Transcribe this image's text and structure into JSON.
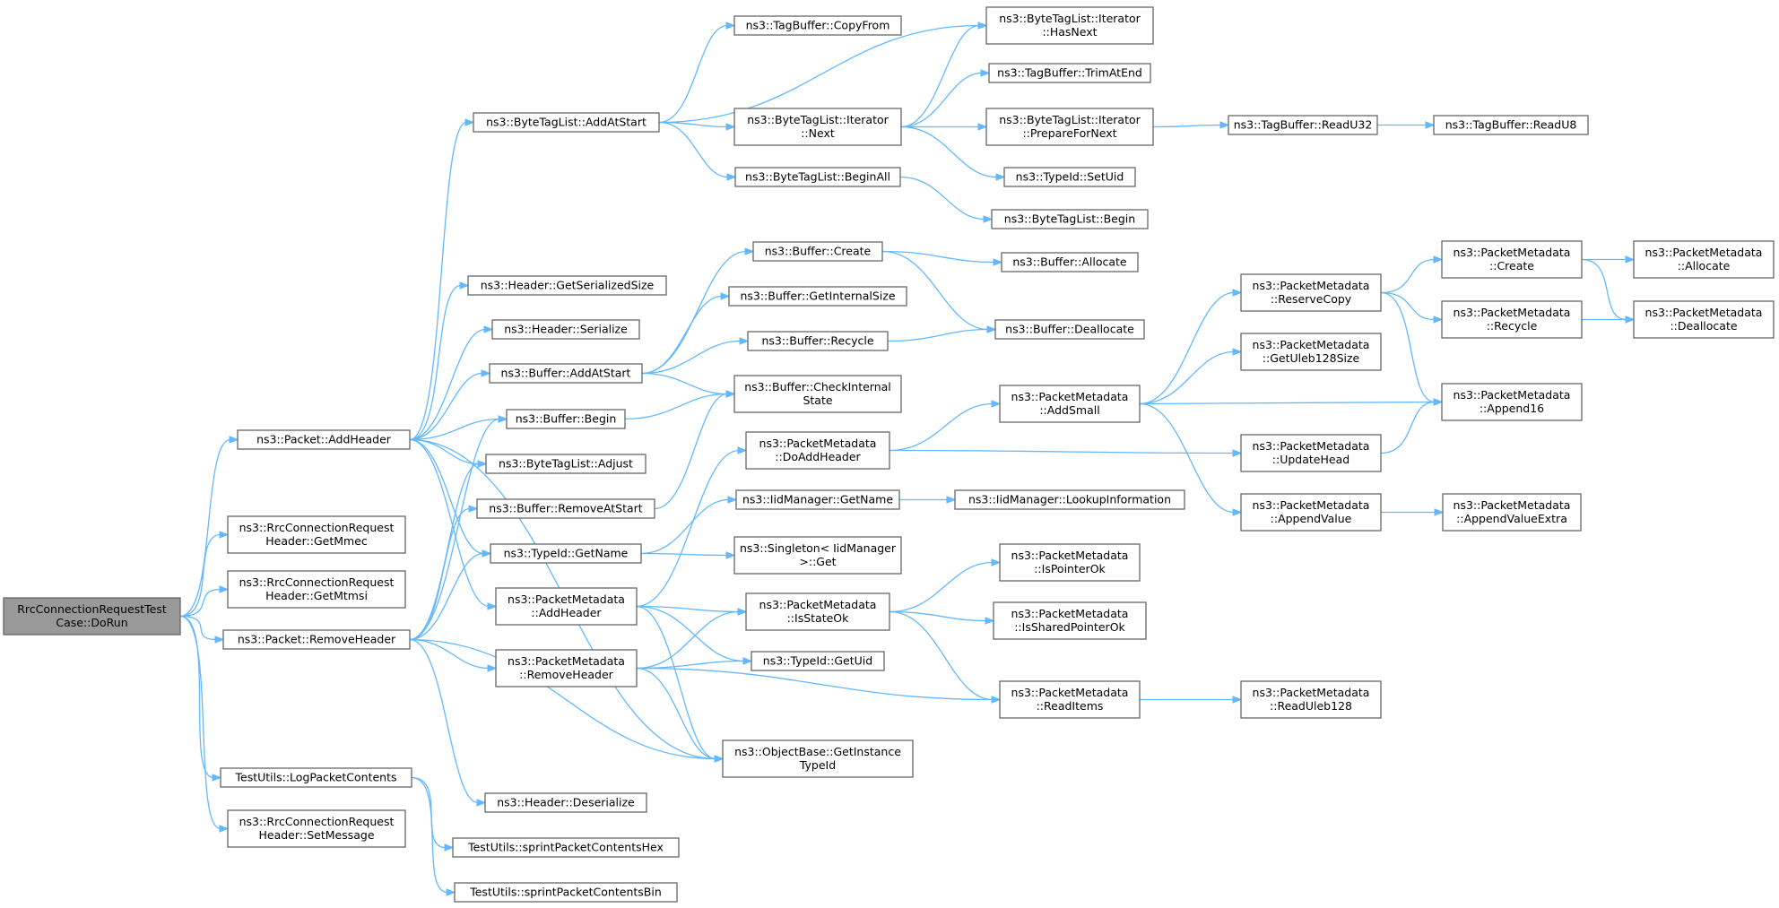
{
  "graph": {
    "edge_color": "#63b8ff",
    "root_fill": "#999999",
    "node_fill": "#ffffff",
    "node_border": "#666666",
    "nodes": {
      "n0": {
        "label": [
          "RrcConnectionRequestTest",
          "Case::DoRun"
        ],
        "root": true
      },
      "n1": {
        "label": [
          "ns3::Packet::AddHeader"
        ]
      },
      "n2": {
        "label": [
          "ns3::RrcConnectionRequest",
          "Header::GetMmec"
        ]
      },
      "n3": {
        "label": [
          "ns3::RrcConnectionRequest",
          "Header::GetMtmsi"
        ]
      },
      "n4": {
        "label": [
          "ns3::Packet::RemoveHeader"
        ]
      },
      "n5": {
        "label": [
          "TestUtils::LogPacketContents"
        ]
      },
      "n6": {
        "label": [
          "ns3::RrcConnectionRequest",
          "Header::SetMessage"
        ]
      },
      "n7": {
        "label": [
          "ns3::ByteTagList::AddAtStart"
        ]
      },
      "n8": {
        "label": [
          "ns3::Header::GetSerializedSize"
        ]
      },
      "n9": {
        "label": [
          "ns3::Header::Serialize"
        ]
      },
      "n10": {
        "label": [
          "ns3::Buffer::AddAtStart"
        ]
      },
      "n11": {
        "label": [
          "ns3::Buffer::Begin"
        ]
      },
      "n12": {
        "label": [
          "ns3::ByteTagList::Adjust"
        ]
      },
      "n13": {
        "label": [
          "ns3::Buffer::RemoveAtStart"
        ]
      },
      "n14": {
        "label": [
          "ns3::TypeId::GetName"
        ]
      },
      "n15": {
        "label": [
          "ns3::PacketMetadata",
          "::AddHeader"
        ]
      },
      "n16": {
        "label": [
          "ns3::PacketMetadata",
          "::RemoveHeader"
        ]
      },
      "n17": {
        "label": [
          "ns3::Header::Deserialize"
        ]
      },
      "n18": {
        "label": [
          "TestUtils::sprintPacketContentsHex"
        ]
      },
      "n19": {
        "label": [
          "TestUtils::sprintPacketContentsBin"
        ]
      },
      "n20": {
        "label": [
          "ns3::TagBuffer::CopyFrom"
        ]
      },
      "n21": {
        "label": [
          "ns3::ByteTagList::Iterator",
          "::Next"
        ]
      },
      "n22": {
        "label": [
          "ns3::ByteTagList::BeginAll"
        ]
      },
      "n23": {
        "label": [
          "ns3::Buffer::Create"
        ]
      },
      "n24": {
        "label": [
          "ns3::Buffer::GetInternalSize"
        ]
      },
      "n25": {
        "label": [
          "ns3::Buffer::Recycle"
        ]
      },
      "n26": {
        "label": [
          "ns3::Buffer::CheckInternal",
          "State"
        ]
      },
      "n27": {
        "label": [
          "ns3::PacketMetadata",
          "::DoAddHeader"
        ]
      },
      "n28": {
        "label": [
          "ns3::IidManager::GetName"
        ]
      },
      "n29": {
        "label": [
          "ns3::Singleton< IidManager",
          " >::Get"
        ]
      },
      "n30": {
        "label": [
          "ns3::PacketMetadata",
          "::IsStateOk"
        ]
      },
      "n31": {
        "label": [
          "ns3::TypeId::GetUid"
        ]
      },
      "n32": {
        "label": [
          "ns3::ObjectBase::GetInstance",
          "TypeId"
        ]
      },
      "n33": {
        "label": [
          "ns3::ByteTagList::Iterator",
          "::HasNext"
        ]
      },
      "n34": {
        "label": [
          "ns3::TagBuffer::TrimAtEnd"
        ]
      },
      "n35": {
        "label": [
          "ns3::ByteTagList::Iterator",
          "::PrepareForNext"
        ]
      },
      "n36": {
        "label": [
          "ns3::TypeId::SetUid"
        ]
      },
      "n37": {
        "label": [
          "ns3::ByteTagList::Begin"
        ]
      },
      "n38": {
        "label": [
          "ns3::Buffer::Allocate"
        ]
      },
      "n39": {
        "label": [
          "ns3::Buffer::Deallocate"
        ]
      },
      "n40": {
        "label": [
          "ns3::PacketMetadata",
          "::AddSmall"
        ]
      },
      "n41": {
        "label": [
          "ns3::IidManager::LookupInformation"
        ]
      },
      "n42": {
        "label": [
          "ns3::PacketMetadata",
          "::IsPointerOk"
        ]
      },
      "n43": {
        "label": [
          "ns3::PacketMetadata",
          "::IsSharedPointerOk"
        ]
      },
      "n44": {
        "label": [
          "ns3::PacketMetadata",
          "::ReadItems"
        ]
      },
      "n45": {
        "label": [
          "ns3::TagBuffer::ReadU32"
        ]
      },
      "n46": {
        "label": [
          "ns3::PacketMetadata",
          "::ReserveCopy"
        ]
      },
      "n47": {
        "label": [
          "ns3::PacketMetadata",
          "::GetUleb128Size"
        ]
      },
      "n48": {
        "label": [
          "ns3::PacketMetadata",
          "::UpdateHead"
        ]
      },
      "n49": {
        "label": [
          "ns3::PacketMetadata",
          "::AppendValue"
        ]
      },
      "n50": {
        "label": [
          "ns3::PacketMetadata",
          "::ReadUleb128"
        ]
      },
      "n51": {
        "label": [
          "ns3::TagBuffer::ReadU8"
        ]
      },
      "n52": {
        "label": [
          "ns3::PacketMetadata",
          "::Create"
        ]
      },
      "n53": {
        "label": [
          "ns3::PacketMetadata",
          "::Recycle"
        ]
      },
      "n54": {
        "label": [
          "ns3::PacketMetadata",
          "::Append16"
        ]
      },
      "n55": {
        "label": [
          "ns3::PacketMetadata",
          "::AppendValueExtra"
        ]
      },
      "n56": {
        "label": [
          "ns3::PacketMetadata",
          "::Allocate"
        ]
      },
      "n57": {
        "label": [
          "ns3::PacketMetadata",
          "::Deallocate"
        ]
      }
    },
    "edges": [
      [
        "n0",
        "n1"
      ],
      [
        "n0",
        "n2"
      ],
      [
        "n0",
        "n3"
      ],
      [
        "n0",
        "n4"
      ],
      [
        "n0",
        "n5"
      ],
      [
        "n0",
        "n6"
      ],
      [
        "n1",
        "n7"
      ],
      [
        "n1",
        "n8"
      ],
      [
        "n1",
        "n9"
      ],
      [
        "n1",
        "n10"
      ],
      [
        "n1",
        "n11"
      ],
      [
        "n1",
        "n12"
      ],
      [
        "n1",
        "n14"
      ],
      [
        "n1",
        "n15"
      ],
      [
        "n1",
        "n32"
      ],
      [
        "n4",
        "n11"
      ],
      [
        "n4",
        "n12"
      ],
      [
        "n4",
        "n13"
      ],
      [
        "n4",
        "n14"
      ],
      [
        "n4",
        "n16"
      ],
      [
        "n4",
        "n17"
      ],
      [
        "n4",
        "n32"
      ],
      [
        "n5",
        "n18"
      ],
      [
        "n5",
        "n19"
      ],
      [
        "n7",
        "n20"
      ],
      [
        "n7",
        "n33"
      ],
      [
        "n7",
        "n21"
      ],
      [
        "n7",
        "n22"
      ],
      [
        "n21",
        "n33"
      ],
      [
        "n21",
        "n34"
      ],
      [
        "n21",
        "n35"
      ],
      [
        "n21",
        "n36"
      ],
      [
        "n22",
        "n37"
      ],
      [
        "n35",
        "n45"
      ],
      [
        "n45",
        "n51"
      ],
      [
        "n10",
        "n23"
      ],
      [
        "n10",
        "n24"
      ],
      [
        "n10",
        "n25"
      ],
      [
        "n10",
        "n26"
      ],
      [
        "n23",
        "n38"
      ],
      [
        "n23",
        "n39"
      ],
      [
        "n25",
        "n39"
      ],
      [
        "n11",
        "n26"
      ],
      [
        "n13",
        "n26"
      ],
      [
        "n14",
        "n28"
      ],
      [
        "n14",
        "n29"
      ],
      [
        "n28",
        "n41"
      ],
      [
        "n15",
        "n27"
      ],
      [
        "n15",
        "n30"
      ],
      [
        "n15",
        "n31"
      ],
      [
        "n15",
        "n32"
      ],
      [
        "n16",
        "n30"
      ],
      [
        "n16",
        "n31"
      ],
      [
        "n16",
        "n32"
      ],
      [
        "n16",
        "n44"
      ],
      [
        "n27",
        "n40"
      ],
      [
        "n27",
        "n48"
      ],
      [
        "n40",
        "n46"
      ],
      [
        "n40",
        "n47"
      ],
      [
        "n40",
        "n54"
      ],
      [
        "n40",
        "n49"
      ],
      [
        "n46",
        "n52"
      ],
      [
        "n46",
        "n53"
      ],
      [
        "n46",
        "n54"
      ],
      [
        "n52",
        "n56"
      ],
      [
        "n52",
        "n57"
      ],
      [
        "n53",
        "n57"
      ],
      [
        "n48",
        "n54"
      ],
      [
        "n49",
        "n55"
      ],
      [
        "n30",
        "n42"
      ],
      [
        "n30",
        "n43"
      ],
      [
        "n30",
        "n44"
      ],
      [
        "n44",
        "n50"
      ]
    ]
  }
}
